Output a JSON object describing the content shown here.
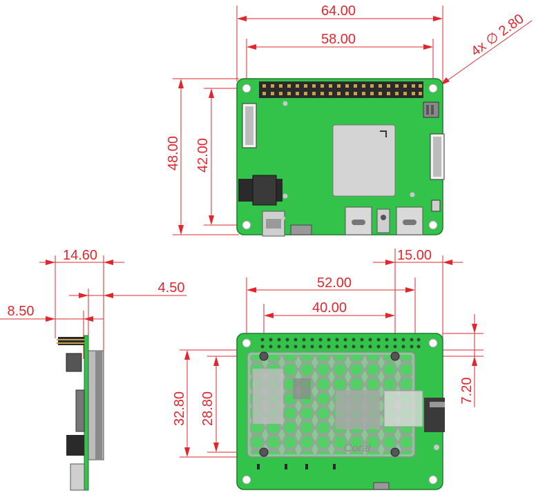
{
  "drawing": {
    "top_view": {
      "width_outer": "64.00",
      "width_holes": "58.00",
      "hole_callout": "4x ∅ 2.80",
      "height_outer": "48.00",
      "height_holes": "42.00"
    },
    "side_view": {
      "overall": "14.60",
      "to_board": "8.50",
      "gap": "4.50"
    },
    "bottom_view": {
      "span_52": "52.00",
      "span_40": "40.00",
      "right_offset": "15.00",
      "height_32": "32.80",
      "height_28": "28.80",
      "top_offset": "7.20",
      "logo_text": "Coral"
    },
    "colors": {
      "pcb": "#33c24a",
      "pcb_edge": "#1e7a2e",
      "dimension": "#e1262d",
      "chip": "#d4d4d4",
      "heatsink": "#c8c8c8"
    }
  }
}
